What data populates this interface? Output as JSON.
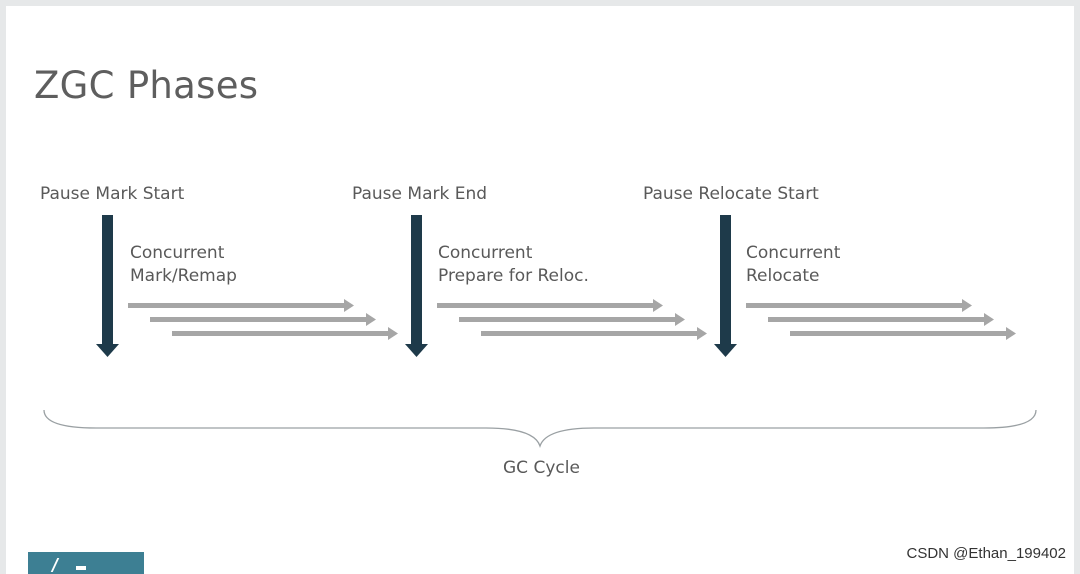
{
  "title": "ZGC Phases",
  "phases": [
    {
      "pause": "Pause Mark Start",
      "concurrent_line1": "Concurrent",
      "concurrent_line2": "Mark/Remap"
    },
    {
      "pause": "Pause Mark End",
      "concurrent_line1": "Concurrent",
      "concurrent_line2": "Prepare for Reloc."
    },
    {
      "pause": "Pause Relocate Start",
      "concurrent_line1": "Concurrent",
      "concurrent_line2": "Relocate"
    }
  ],
  "cycle_label": "GC Cycle",
  "watermark": "CSDN @Ethan_199402",
  "colors": {
    "pause_arrow": "#1e3a4a",
    "concurrent_arrow": "#a6a6a6",
    "brace": "#9aa0a3",
    "text": "#595959",
    "logo": "#3d7f93"
  }
}
